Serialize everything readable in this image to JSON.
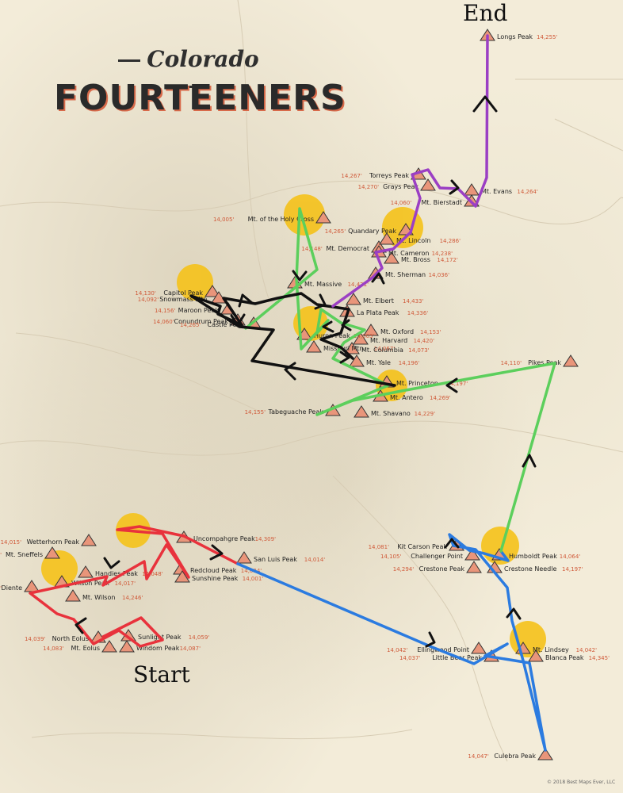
{
  "map": {
    "title_top": "Colorado",
    "title_main": "FOURTEENERS",
    "start_label": "Start",
    "end_label": "End",
    "copyright": "© 2018 Best Maps Ever, LLC"
  },
  "peaks": [
    {
      "name": "Longs Peak",
      "elev": "14,255'"
    },
    {
      "name": "Torreys Peak",
      "elev": "14,267'"
    },
    {
      "name": "Grays Peak",
      "elev": "14,270'"
    },
    {
      "name": "Mt. Evans",
      "elev": "14,264'"
    },
    {
      "name": "Mt. Bierstadt",
      "elev": "14,060'"
    },
    {
      "name": "Mt. of the Holy Cross",
      "elev": "14,005'"
    },
    {
      "name": "Quandary Peak",
      "elev": "14,265'"
    },
    {
      "name": "Mt. Democrat",
      "elev": "14,148'"
    },
    {
      "name": "Mt. Lincoln",
      "elev": "14,286'"
    },
    {
      "name": "Mt. Cameron",
      "elev": "14,238'"
    },
    {
      "name": "Mt. Bross",
      "elev": "14,172'"
    },
    {
      "name": "Mt. Sherman",
      "elev": "14,036'"
    },
    {
      "name": "Capitol Peak",
      "elev": "14,130'"
    },
    {
      "name": "Snowmass Mtn.",
      "elev": "14,092'"
    },
    {
      "name": "Maroon Peak",
      "elev": "14,156'"
    },
    {
      "name": "Conundrum Peak",
      "elev": "14,060'"
    },
    {
      "name": "Castle Peak",
      "elev": "14,265'"
    },
    {
      "name": "Mt. Massive",
      "elev": "14,421'"
    },
    {
      "name": "Mt. Elbert",
      "elev": "14,433'"
    },
    {
      "name": "La Plata Peak",
      "elev": "14,336'"
    },
    {
      "name": "Huron Peak",
      "elev": "14,003'"
    },
    {
      "name": "Missouri Mtn.",
      "elev": "14,067'"
    },
    {
      "name": "Mt. Oxford",
      "elev": "14,153'"
    },
    {
      "name": "Mt. Harvard",
      "elev": "14,420'"
    },
    {
      "name": "Mt. Columbia",
      "elev": "14,073'"
    },
    {
      "name": "Mt. Yale",
      "elev": "14,196'"
    },
    {
      "name": "Mt. Princeton",
      "elev": "14,197'"
    },
    {
      "name": "Mt. Antero",
      "elev": "14,269'"
    },
    {
      "name": "Tabeguache Peak",
      "elev": "14,155'"
    },
    {
      "name": "Mt. Shavano",
      "elev": "14,229'"
    },
    {
      "name": "Pikes Peak",
      "elev": "14,110'"
    },
    {
      "name": "Wetterhorn Peak",
      "elev": "14,015'"
    },
    {
      "name": "Uncompahgre Peak",
      "elev": "14,309'"
    },
    {
      "name": "San Luis Peak",
      "elev": "14,014'"
    },
    {
      "name": "Mt. Sneffels",
      "elev": "14,150'"
    },
    {
      "name": "Handies Peak",
      "elev": "14,048'"
    },
    {
      "name": "Redcloud Peak",
      "elev": "14,034'"
    },
    {
      "name": "Sunshine Peak",
      "elev": "14,001'"
    },
    {
      "name": "El Diente",
      "elev": "14,159'"
    },
    {
      "name": "Wilson Peak",
      "elev": "14,017'"
    },
    {
      "name": "Mt. Wilson",
      "elev": "14,246'"
    },
    {
      "name": "North Eolus",
      "elev": "14,039'"
    },
    {
      "name": "Mt. Eolus",
      "elev": "14,083'"
    },
    {
      "name": "Sunlight Peak",
      "elev": "14,059'"
    },
    {
      "name": "Windom Peak",
      "elev": "14,087'"
    },
    {
      "name": "Kit Carson Peak",
      "elev": "14,081'"
    },
    {
      "name": "Challenger Point",
      "elev": "14,105'"
    },
    {
      "name": "Humboldt Peak",
      "elev": "14,064'"
    },
    {
      "name": "Crestone Peak",
      "elev": "14,294'"
    },
    {
      "name": "Crestone Needle",
      "elev": "14,197'"
    },
    {
      "name": "Ellingwood Point",
      "elev": "14,042'"
    },
    {
      "name": "Little Bear Peak",
      "elev": "14,037'"
    },
    {
      "name": "Blanca Peak",
      "elev": "14,345'"
    },
    {
      "name": "Mt. Lindsey",
      "elev": "14,042'"
    },
    {
      "name": "Culebra Peak",
      "elev": "14,047'"
    }
  ],
  "route_colors": {
    "red": "#e8323c",
    "blue": "#2b7be0",
    "green": "#5ccf5c",
    "black": "#111111",
    "purple": "#9b3fc4",
    "highlight": "#f5c21a",
    "peak_fill": "#e9957a",
    "peak_stroke": "#333333",
    "elevation_text": "#d05a3a"
  }
}
